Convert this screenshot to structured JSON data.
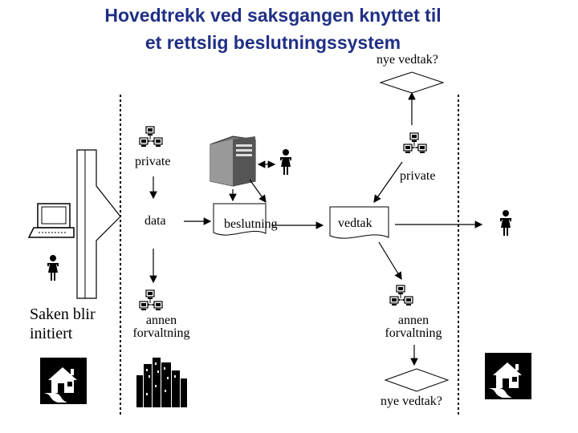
{
  "title": {
    "line1": "Hovedtrekk ved saksgangen knyttet til",
    "line2": "et rettslig beslutningssystem"
  },
  "labels": {
    "nye_vedtak_top": "nye vedtak?",
    "private_left": "private",
    "private_right": "private",
    "data": "data",
    "beslutning": "beslutning",
    "vedtak": "vedtak",
    "saken_line1": "Saken blir",
    "saken_line2": "initiert",
    "annen_left_line1": "annen",
    "annen_left_line2": "forvaltning",
    "annen_right_line1": "annen",
    "annen_right_line2": "forvaltning",
    "nye_vedtak_bottom": "nye vedtak?"
  },
  "icons": [
    "network-icon",
    "server-icon",
    "person-icon",
    "computer-icon",
    "house-icon",
    "city-icon"
  ],
  "colors": {
    "title": "#1f2f86",
    "lines": "#000000"
  }
}
